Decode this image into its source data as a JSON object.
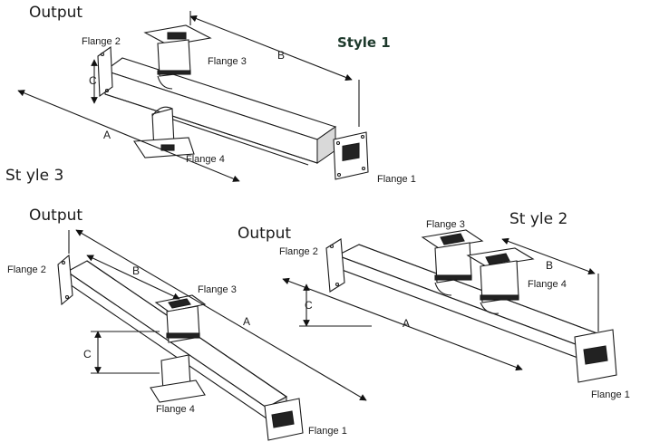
{
  "style1": {
    "title": "Style 1",
    "output": "Output",
    "flange1": "Flange 1",
    "flange2": "Flange 2",
    "flange3": "Flange 3",
    "flange4": "Flange 4",
    "dim_a": "A",
    "dim_b": "B",
    "dim_c": "C"
  },
  "style2": {
    "title": "St yle 2",
    "output": "Output",
    "flange1": "Flange 1",
    "flange2": "Flange 2",
    "flange3": "Flange 3",
    "flange4": "Flange 4",
    "dim_a": "A",
    "dim_b": "B",
    "dim_c": "C"
  },
  "style3": {
    "title": "St yle 3",
    "output": "Output",
    "flange1": "Flange 1",
    "flange2": "Flange 2",
    "flange3": "Flange 3",
    "flange4": "Flange 4",
    "dim_a": "A",
    "dim_b": "B",
    "dim_c": "C"
  }
}
